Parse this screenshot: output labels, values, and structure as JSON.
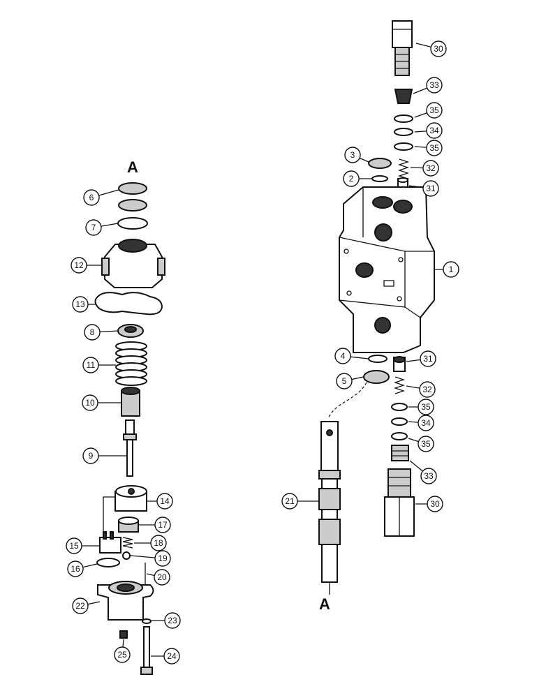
{
  "markers": {
    "top_left": "A",
    "bottom": "A"
  },
  "callouts": [
    {
      "id": "c30a",
      "label": "30"
    },
    {
      "id": "c33a",
      "label": "33"
    },
    {
      "id": "c35a",
      "label": "35"
    },
    {
      "id": "c34a",
      "label": "34"
    },
    {
      "id": "c35b",
      "label": "35"
    },
    {
      "id": "c3",
      "label": "3"
    },
    {
      "id": "c32a",
      "label": "32"
    },
    {
      "id": "c2",
      "label": "2"
    },
    {
      "id": "c31a",
      "label": "31"
    },
    {
      "id": "c1",
      "label": "1"
    },
    {
      "id": "c4",
      "label": "4"
    },
    {
      "id": "c31b",
      "label": "31"
    },
    {
      "id": "c5",
      "label": "5"
    },
    {
      "id": "c32b",
      "label": "32"
    },
    {
      "id": "c35c",
      "label": "35"
    },
    {
      "id": "c34b",
      "label": "34"
    },
    {
      "id": "c35d",
      "label": "35"
    },
    {
      "id": "c33b",
      "label": "33"
    },
    {
      "id": "c21",
      "label": "21"
    },
    {
      "id": "c30b",
      "label": "30"
    },
    {
      "id": "c6",
      "label": "6"
    },
    {
      "id": "c7",
      "label": "7"
    },
    {
      "id": "c12",
      "label": "12"
    },
    {
      "id": "c13",
      "label": "13"
    },
    {
      "id": "c8",
      "label": "8"
    },
    {
      "id": "c11",
      "label": "11"
    },
    {
      "id": "c10",
      "label": "10"
    },
    {
      "id": "c9",
      "label": "9"
    },
    {
      "id": "c14",
      "label": "14"
    },
    {
      "id": "c17",
      "label": "17"
    },
    {
      "id": "c15",
      "label": "15"
    },
    {
      "id": "c18",
      "label": "18"
    },
    {
      "id": "c19",
      "label": "19"
    },
    {
      "id": "c16",
      "label": "16"
    },
    {
      "id": "c20",
      "label": "20"
    },
    {
      "id": "c22",
      "label": "22"
    },
    {
      "id": "c23",
      "label": "23"
    },
    {
      "id": "c25",
      "label": "25"
    },
    {
      "id": "c24",
      "label": "24"
    }
  ]
}
